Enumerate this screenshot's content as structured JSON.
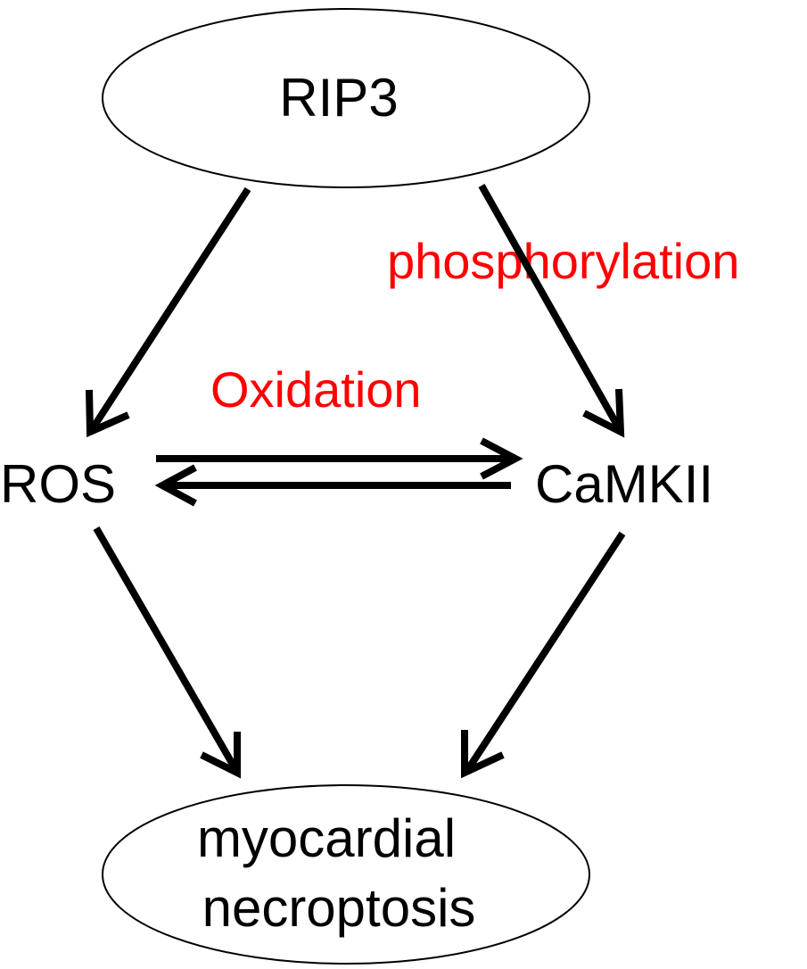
{
  "colors": {
    "node_text": "#000000",
    "edge_label": "#ff0000",
    "arrow": "#000000",
    "ellipse_stroke": "#000000",
    "background": "#ffffff"
  },
  "nodes": {
    "rip3": {
      "label": "RIP3"
    },
    "ros": {
      "label": "ROS"
    },
    "camkii": {
      "label": "CaMKII"
    },
    "outcome": {
      "line1": "myocardial",
      "line2": "necroptosis"
    }
  },
  "edge_labels": {
    "phosphorylation": "phosphorylation",
    "oxidation": "Oxidation"
  },
  "edges": [
    {
      "from": "RIP3",
      "to": "ROS"
    },
    {
      "from": "RIP3",
      "to": "CaMKII"
    },
    {
      "from": "ROS",
      "to": "CaMKII"
    },
    {
      "from": "CaMKII",
      "to": "ROS"
    },
    {
      "from": "ROS",
      "to": "myocardial necroptosis"
    },
    {
      "from": "CaMKII",
      "to": "myocardial necroptosis"
    }
  ]
}
